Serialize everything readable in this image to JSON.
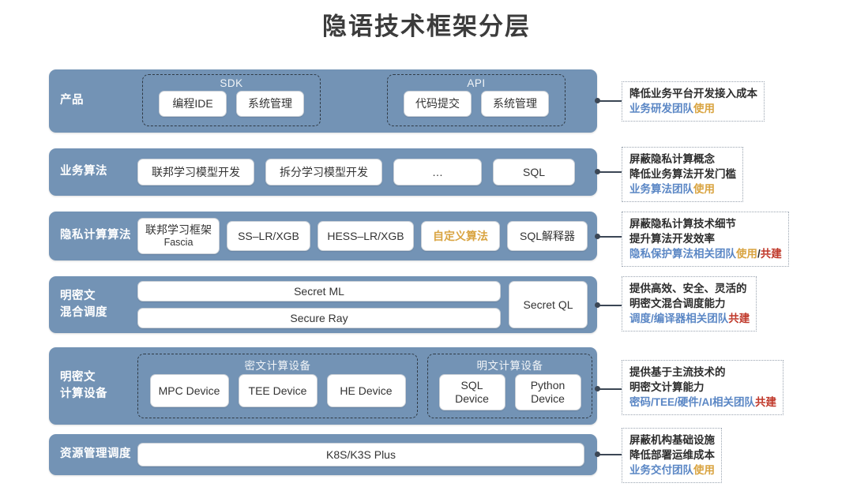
{
  "title": "隐语技术框架分层",
  "colors": {
    "layer_bg": "#7393b5",
    "box_bg": "#ffffff",
    "role": "#5b87c5",
    "use": "#d9a441",
    "coop": "#c0392b",
    "title_text": "#3c3c3c"
  },
  "layers": [
    {
      "label": "产品",
      "groups": [
        {
          "title": "SDK",
          "items": [
            {
              "text": "编程IDE"
            },
            {
              "text": "系统管理"
            }
          ]
        },
        {
          "title": "API",
          "items": [
            {
              "text": "代码提交"
            },
            {
              "text": "系统管理"
            }
          ]
        }
      ],
      "items": []
    },
    {
      "label": "业务算法",
      "groups": [],
      "items": [
        {
          "text": "联邦学习模型开发"
        },
        {
          "text": "拆分学习模型开发"
        },
        {
          "text": "…"
        },
        {
          "text": "SQL"
        }
      ]
    },
    {
      "label": "隐私计算算法",
      "groups": [],
      "items": [
        {
          "text": "联邦学习框架",
          "sub": "Fascia"
        },
        {
          "text": "SS–LR/XGB"
        },
        {
          "text": "HESS–LR/XGB"
        },
        {
          "text": "自定义算法",
          "highlight": "gold"
        },
        {
          "text": "SQL解释器"
        }
      ]
    },
    {
      "label": "明密文\n混合调度",
      "label_lines": [
        "明密文",
        "混合调度"
      ],
      "groups": [],
      "items": [
        {
          "text": "Secret ML"
        },
        {
          "text": "Secure Ray"
        },
        {
          "text": "Secret QL"
        }
      ]
    },
    {
      "label": "明密文\n计算设备",
      "label_lines": [
        "明密文",
        "计算设备"
      ],
      "groups": [
        {
          "title": "密文计算设备",
          "items": [
            {
              "text": "MPC Device"
            },
            {
              "text": "TEE Device"
            },
            {
              "text": "HE Device"
            }
          ]
        },
        {
          "title": "明文计算设备",
          "items": [
            {
              "text": "SQL",
              "sub": "Device"
            },
            {
              "text": "Python",
              "sub": "Device"
            }
          ]
        }
      ],
      "items": []
    },
    {
      "label": "资源管理调度",
      "groups": [],
      "items": [
        {
          "text": "K8S/K3S Plus"
        }
      ]
    }
  ],
  "notes": [
    {
      "lines": [
        "降低业务平台开发接入成本"
      ],
      "role": "业务研发团队",
      "use": "使用",
      "sep": "",
      "coop": ""
    },
    {
      "lines": [
        "屏蔽隐私计算概念",
        "降低业务算法开发门槛"
      ],
      "role": "业务算法团队",
      "use": "使用",
      "sep": "",
      "coop": ""
    },
    {
      "lines": [
        "屏蔽隐私计算技术细节",
        "提升算法开发效率"
      ],
      "role": "隐私保护算法相关团队",
      "use": "使用",
      "sep": "/",
      "coop": "共建"
    },
    {
      "lines": [
        "提供高效、安全、灵活的",
        "明密文混合调度能力"
      ],
      "role": "调度/编译器相关团队",
      "use": "",
      "sep": "",
      "coop": "共建"
    },
    {
      "lines": [
        "提供基于主流技术的",
        "明密文计算能力"
      ],
      "role": "密码/TEE/硬件/AI相关团队",
      "use": "",
      "sep": "",
      "coop": "共建"
    },
    {
      "lines": [
        "屏蔽机构基础设施",
        "降低部署运维成本"
      ],
      "role": "业务交付团队",
      "use": "使用",
      "sep": "",
      "coop": ""
    }
  ]
}
